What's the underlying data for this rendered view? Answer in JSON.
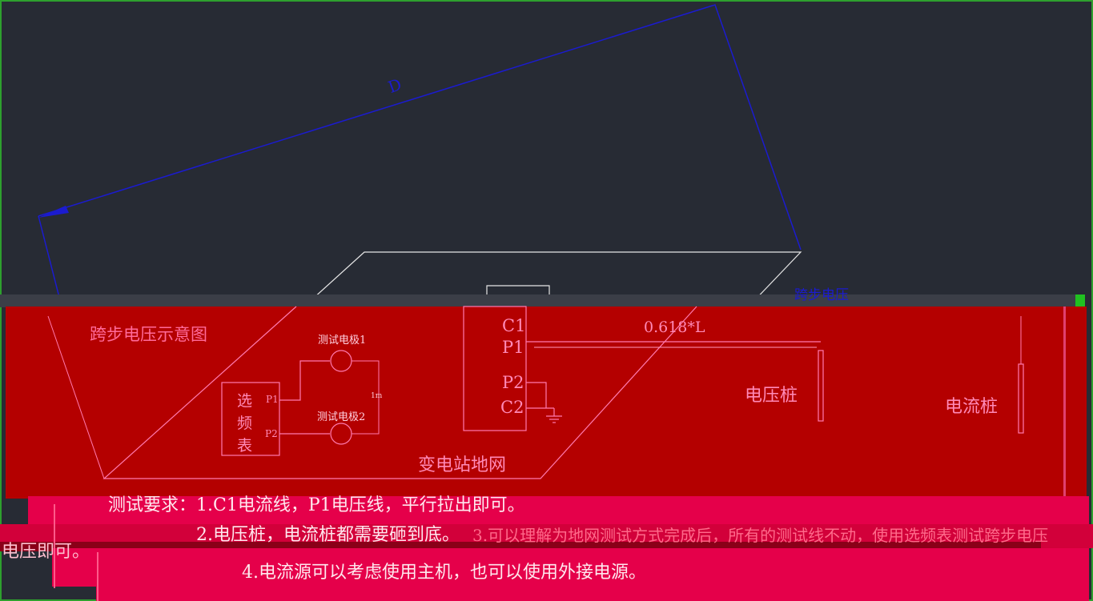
{
  "diagram": {
    "dimension_label": "D",
    "title": "跨步电压示意图",
    "top_right_label": "跨步电压",
    "electrode1_label": "测试电极1",
    "electrode2_label": "测试电极2",
    "electrode_span_label": "1m",
    "meter_name": [
      "选",
      "频",
      "表"
    ],
    "meter_p1": "P1",
    "meter_p2": "P2",
    "instrument_terminals": [
      "C1",
      "P1",
      "P2",
      "C2"
    ],
    "distance_label": "0.618*L",
    "voltage_stake_label": "电压桩",
    "current_stake_label": "电流桩",
    "ground_grid_label": "变电站地网"
  },
  "notes": {
    "line1": "测试要求：1.C1电流线，P1电压线，平行拉出即可。",
    "line2a": "2.电压桩，电流桩都需要砸到底。",
    "line2b": "3.可以理解为地网测试方式完成后，所有的测试线不动，使用选频表测试跨步电压",
    "line2c": "电压即可。",
    "line3": "4.电流源可以考虑使用主机，也可以使用外接电源。"
  },
  "colors": {
    "background": "#272b34",
    "red_band": "#b40000",
    "pink_band": "#d8004a",
    "dimension_line": "#1b1bd0",
    "wire": "#ff7ab0",
    "outline": "#ffffff"
  }
}
